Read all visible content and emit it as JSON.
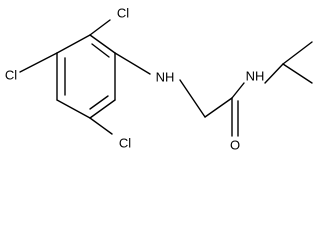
{
  "molecule": {
    "atoms": {
      "cl_top": "Cl",
      "cl_left": "Cl",
      "cl_bottom": "Cl",
      "nh_amine": "NH",
      "nh_amide": "NH",
      "o_carbonyl": "O"
    },
    "colors": {
      "bond": "#000000",
      "text": "#000000",
      "background": "#ffffff"
    }
  }
}
